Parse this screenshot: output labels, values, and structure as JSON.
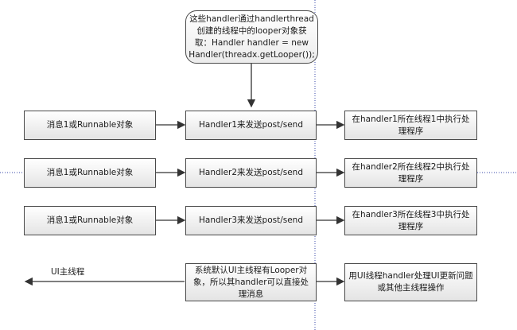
{
  "note": "这些handler通过handlerthread创建的线程中的looper对象获取：Handler handler = new Handler(threadx.getLooper());",
  "rows": [
    {
      "source": "消息1或Runnable对象",
      "sender": "Handler1来发送post/send",
      "handler": "在handler1所在线程1中执行处理程序"
    },
    {
      "source": "消息1或Runnable对象",
      "sender": "Handler2来发送post/send",
      "handler": "在handler2所在线程2中执行处理程序"
    },
    {
      "source": "消息1或Runnable对象",
      "sender": "Handler3来发送post/send",
      "handler": "在handler3所在线程3中执行处理程序"
    }
  ],
  "ui_thread": {
    "label": "UI主线程",
    "looper_box": "系统默认UI主线程有Looper对象，所以其handler可以直接处理消息",
    "handler_box": "用UI线程handler处理UI更新问题或其他主线程操作"
  }
}
